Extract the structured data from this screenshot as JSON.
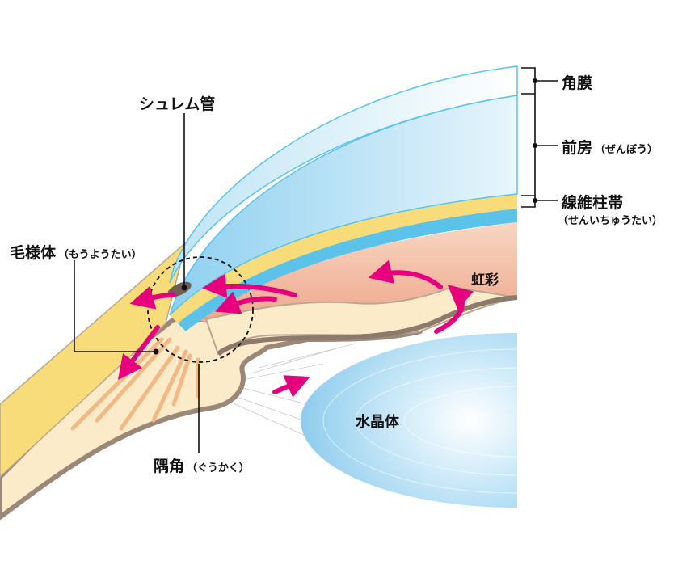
{
  "labels": {
    "schlemm": "シュレム管",
    "ciliary": "毛様体",
    "ciliary_reading": "（もうようたい）",
    "cornea": "角膜",
    "anterior_chamber": "前房",
    "anterior_chamber_reading": "（ぜんぼう）",
    "trabecular": "線維柱帯",
    "trabecular_reading": "（せんいちゅうたい）",
    "iris": "虹彩",
    "lens": "水晶体",
    "angle": "隅角",
    "angle_reading": "（ぐうかく）"
  },
  "colors": {
    "arrow": "#e6007e",
    "sclera": "#f9dc7a",
    "cornea": "#aedcf2",
    "trabecular": "#5bc3ea",
    "iris": "#f2b49a",
    "ciliary": "#fcebc8",
    "tissue_edge": "#9b8878",
    "lens": "#9fd3ef"
  }
}
